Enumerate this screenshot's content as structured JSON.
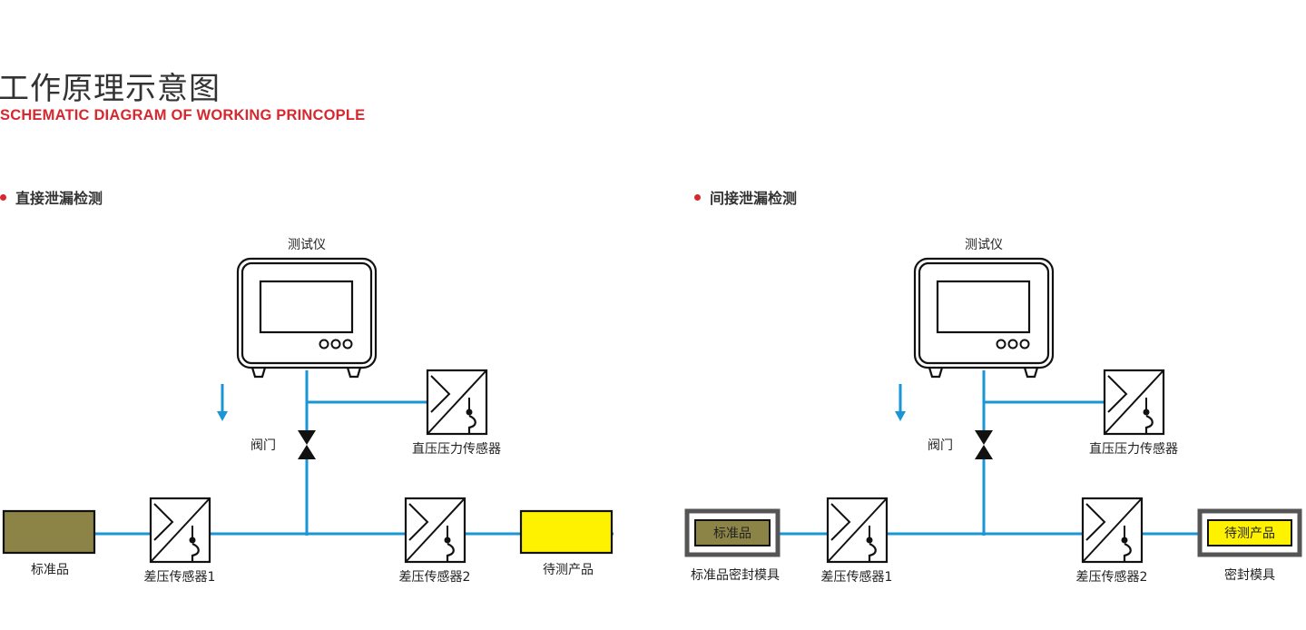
{
  "header": {
    "title_cn": "工作原理示意图",
    "title_en": "SCHEMATIC DIAGRAM OF WORKING PRINCOPLE"
  },
  "colors": {
    "pipe": "#1a95d6",
    "standard": "#8c8446",
    "product": "#fff200",
    "accent": "#d7282f",
    "fixture": "#555555"
  },
  "left": {
    "heading": "直接泄漏检测",
    "tester": "测试仪",
    "valve": "阀门",
    "direct_sensor": "直压压力传感器",
    "dp_sensor_1": "差压传感器1",
    "dp_sensor_2": "差压传感器2",
    "standard": "标准品",
    "product": "待测产品"
  },
  "right": {
    "heading": "间接泄漏检测",
    "tester": "测试仪",
    "valve": "阀门",
    "direct_sensor": "直压压力传感器",
    "dp_sensor_1": "差压传感器1",
    "dp_sensor_2": "差压传感器2",
    "standard_inner": "标准品",
    "product_inner": "待测产品",
    "standard_fixture": "标准品密封模具",
    "product_fixture": "密封模具"
  },
  "icons": [
    "tester-icon",
    "valve-icon",
    "sensor-icon",
    "flow-arrow-icon"
  ]
}
